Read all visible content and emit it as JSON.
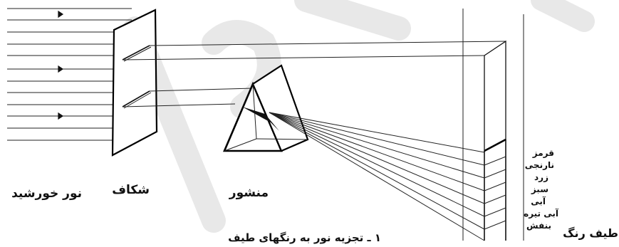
{
  "labels": {
    "sunlight": "نور خورشید",
    "slit": "شکاف",
    "prism": "منشور",
    "spectrum": "طیف رنگ",
    "caption": "۱ ـ تجزیه نور به رنگهای طیف"
  },
  "spectrum_colors": [
    "قرمز",
    "نارنجی",
    "زرد",
    "سبز",
    "آبی",
    "آبی تیره",
    "بنفش"
  ],
  "watermark_color": "#e3e3e3"
}
